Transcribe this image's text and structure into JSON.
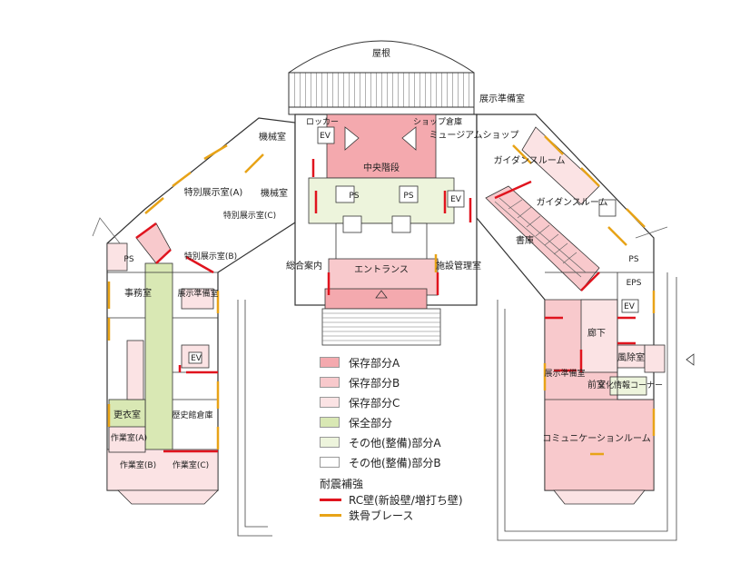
{
  "colors": {
    "preserve_a": "#f4a9ae",
    "preserve_b": "#f8c9cc",
    "preserve_c": "#fbe3e4",
    "conserve": "#d9e8b4",
    "other_a": "#edf4dc",
    "other_b": "#ffffff",
    "rc_wall": "#e0141e",
    "steel_brace": "#e8a317",
    "outline": "#333333"
  },
  "rooms": {
    "roof": "屋根",
    "locker": "ロッカー",
    "ev": "EV",
    "shop_storage": "ショップ倉庫",
    "exhibit_prep_top": "展示準備室",
    "machine_room_1": "機械室",
    "central_stairs": "中央階段",
    "museum_shop": "ミュージアムショップ",
    "guidance_room_1": "ガイダンスルーム",
    "guidance_room_2": "ガイダンスルーム",
    "special_exhibit_a": "特別展示室(A)",
    "machine_room_2": "機械室",
    "special_exhibit_c": "特別展示室(C)",
    "special_exhibit_b": "特別展示室(B)",
    "ps": "PS",
    "eps": "EPS",
    "stack_room": "書庫",
    "info_desk": "総合案内",
    "entrance": "エントランス",
    "facility_management": "施設管理室",
    "office": "事務室",
    "exhibit_prep_left": "展示準備室",
    "corridor": "廊下",
    "wind_break": "風除室",
    "exhibit_prep_right": "展示準備室",
    "front_room": "前室",
    "culture_info_corner": "文化情報コーナー",
    "changing_room": "更衣室",
    "history_storage": "歴史館倉庫",
    "workroom_a": "作業室(A)",
    "workroom_b": "作業室(B)",
    "workroom_c": "作業室(C)",
    "community_room": "コミュニケーションルーム"
  },
  "legend": {
    "items": [
      {
        "label": "保存部分A",
        "color": "#f4a9ae"
      },
      {
        "label": "保存部分B",
        "color": "#f8c9cc"
      },
      {
        "label": "保存部分C",
        "color": "#fbe3e4"
      },
      {
        "label": "保全部分",
        "color": "#d9e8b4"
      },
      {
        "label": "その他(整備)部分A",
        "color": "#edf4dc"
      },
      {
        "label": "その他(整備)部分B",
        "color": "#ffffff"
      }
    ],
    "seismic_title": "耐震補強",
    "lines": [
      {
        "label": "RC壁(新設壁/増打ち壁)",
        "color": "#e0141e"
      },
      {
        "label": "鉄骨ブレース",
        "color": "#e8a317"
      }
    ]
  }
}
